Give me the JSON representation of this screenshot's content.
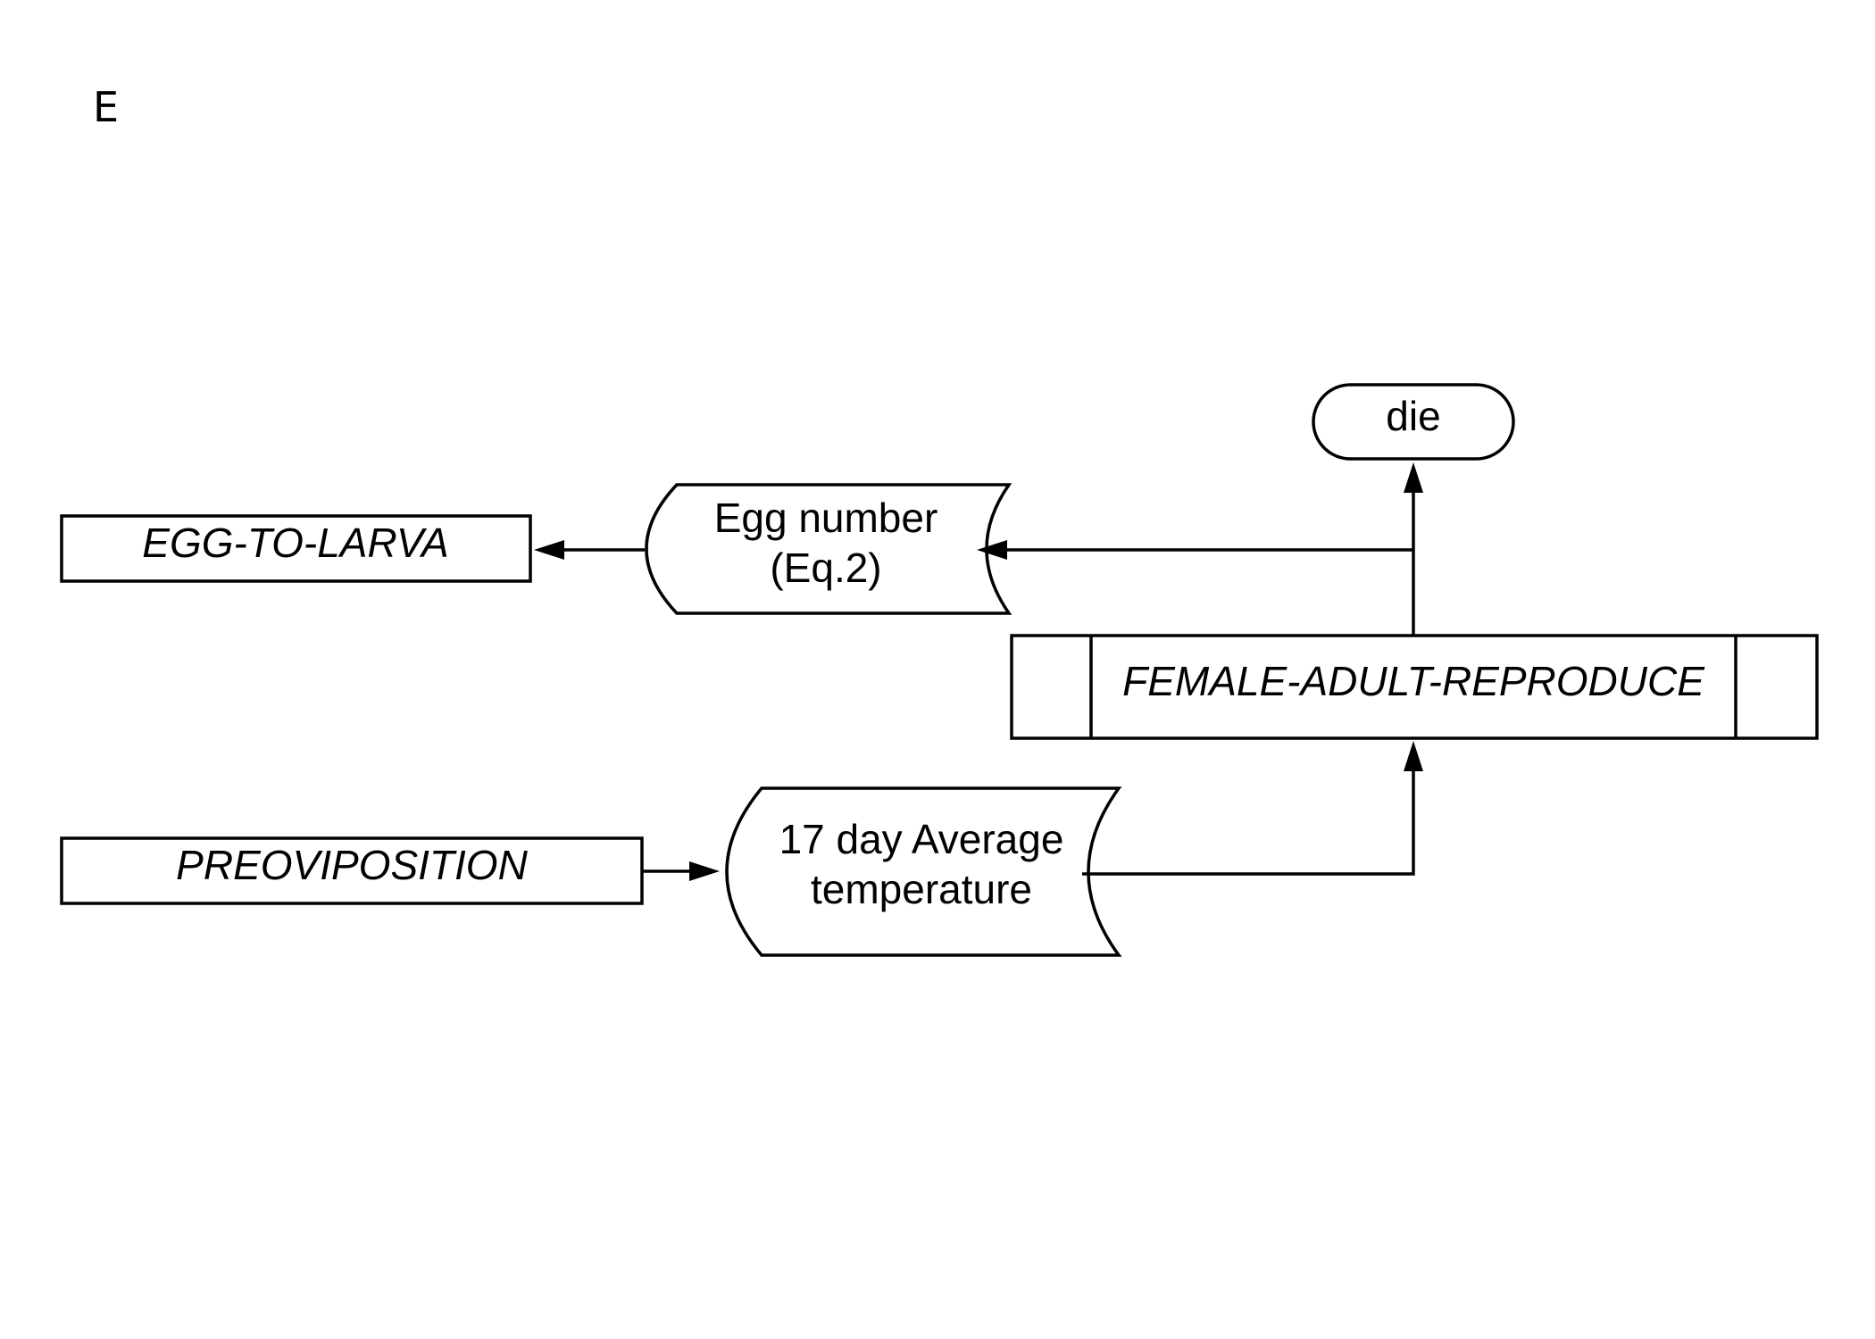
{
  "panel_label": "E",
  "nodes": {
    "egg_to_larva": {
      "label": "EGG-TO-LARVA"
    },
    "preoviposition": {
      "label": "PREOVIPOSITION"
    },
    "egg_number": {
      "line1": "Egg number",
      "line2": "(Eq.2)"
    },
    "avg_temperature": {
      "line1": "17 day Average",
      "line2": "temperature"
    },
    "female_adult_reproduce": {
      "label": "FEMALE-ADULT-REPRODUCE"
    },
    "die": {
      "label": "die"
    }
  },
  "colors": {
    "stroke": "#000000",
    "background": "#ffffff"
  }
}
